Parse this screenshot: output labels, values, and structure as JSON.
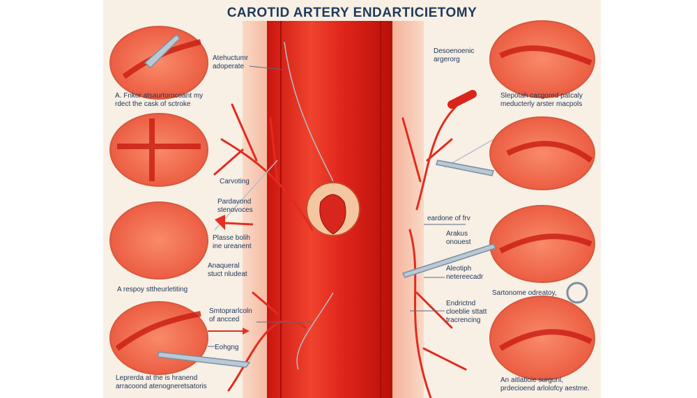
{
  "title": "CAROTID ARTERY ENDARTICIETOMY",
  "labels": {
    "l1": [
      "Atehuctumr",
      "adoperate"
    ],
    "l2": [
      "A. Fnkor atsaurtorocoant my",
      "rdect the cask of sctroke"
    ],
    "l3": [
      "Carvoting"
    ],
    "l4": [
      "Pardavond",
      "stenovoces"
    ],
    "l5": [
      "Plasse bolih",
      "ine ureanent"
    ],
    "l6": [
      "Anaqueral",
      "stuct nludeat"
    ],
    "l7": [
      "A respoy sttheurletiting"
    ],
    "l8": [
      "Smtoprarlcoln",
      "of ancced"
    ],
    "l9": [
      "Eohgng"
    ],
    "l10": [
      "Leprerda at the is hranend",
      "arracoond atenogneretsatoris"
    ],
    "r1": [
      "Desoenoenic",
      "argerorg"
    ],
    "r2": [
      "Slepotah cacgored patcaly",
      "meducterly arster macpols"
    ],
    "r3": [
      "eardone of frv"
    ],
    "r4": [
      "Arakus",
      "onouest"
    ],
    "r5": [
      "Aleotiph",
      "netereecadr"
    ],
    "r6": [
      "Sartonome odreatoy,"
    ],
    "r7": [
      "Endrictnd",
      "cloeblie sttatt",
      "tracrencing"
    ],
    "r8": [
      "An aitlatioie surgunl,",
      "prdecioend arlolofcy aestme."
    ]
  },
  "colors": {
    "background": "#f8efe5",
    "artery": "#e0251b",
    "tissue": "#f6c2a4",
    "text": "#1d3557"
  }
}
